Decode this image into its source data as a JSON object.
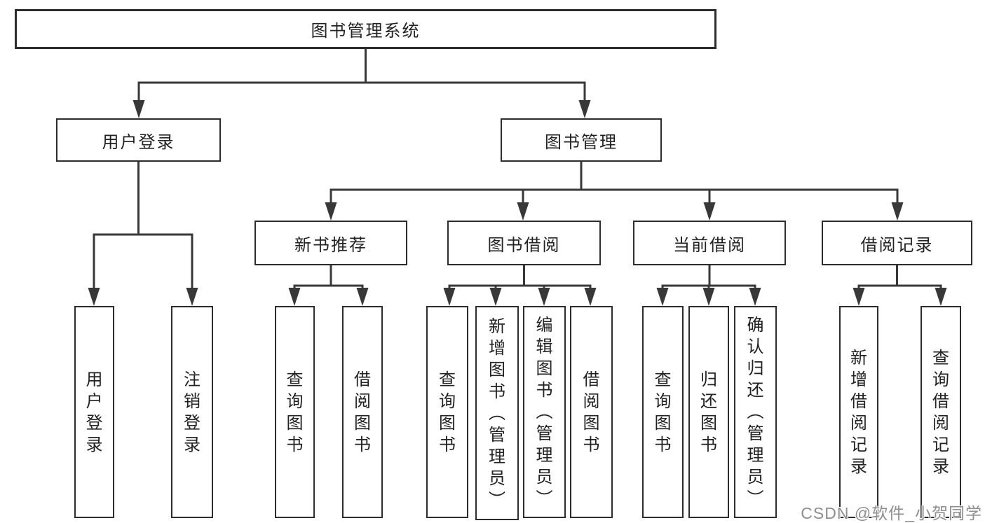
{
  "tree": {
    "label": "图书管理系统",
    "children": [
      {
        "label": "用户登录",
        "children": [
          {
            "label": "用户登录"
          },
          {
            "label": "注销登录"
          }
        ]
      },
      {
        "label": "图书管理",
        "children": [
          {
            "label": "新书推荐",
            "children": [
              {
                "label": "查询图书"
              },
              {
                "label": "借阅图书"
              }
            ]
          },
          {
            "label": "图书借阅",
            "children": [
              {
                "label": "查询图书"
              },
              {
                "label": "新增图书（管理员）"
              },
              {
                "label": "编辑图书（管理员）"
              },
              {
                "label": "借阅图书"
              }
            ]
          },
          {
            "label": "当前借阅",
            "children": [
              {
                "label": "查询图书"
              },
              {
                "label": "归还图书"
              },
              {
                "label": "确认归还（管理员）"
              }
            ]
          },
          {
            "label": "借阅记录",
            "children": [
              {
                "label": "新增借阅记录"
              },
              {
                "label": "查询借阅记录"
              }
            ]
          }
        ]
      }
    ]
  },
  "watermark": {
    "text": "CSDN @软件_小贺同学"
  },
  "colors": {
    "line": "#383838",
    "box_border": "#2d2d2d",
    "text": "#222222",
    "watermark": "#8e8e8e",
    "background": "#ffffff"
  }
}
